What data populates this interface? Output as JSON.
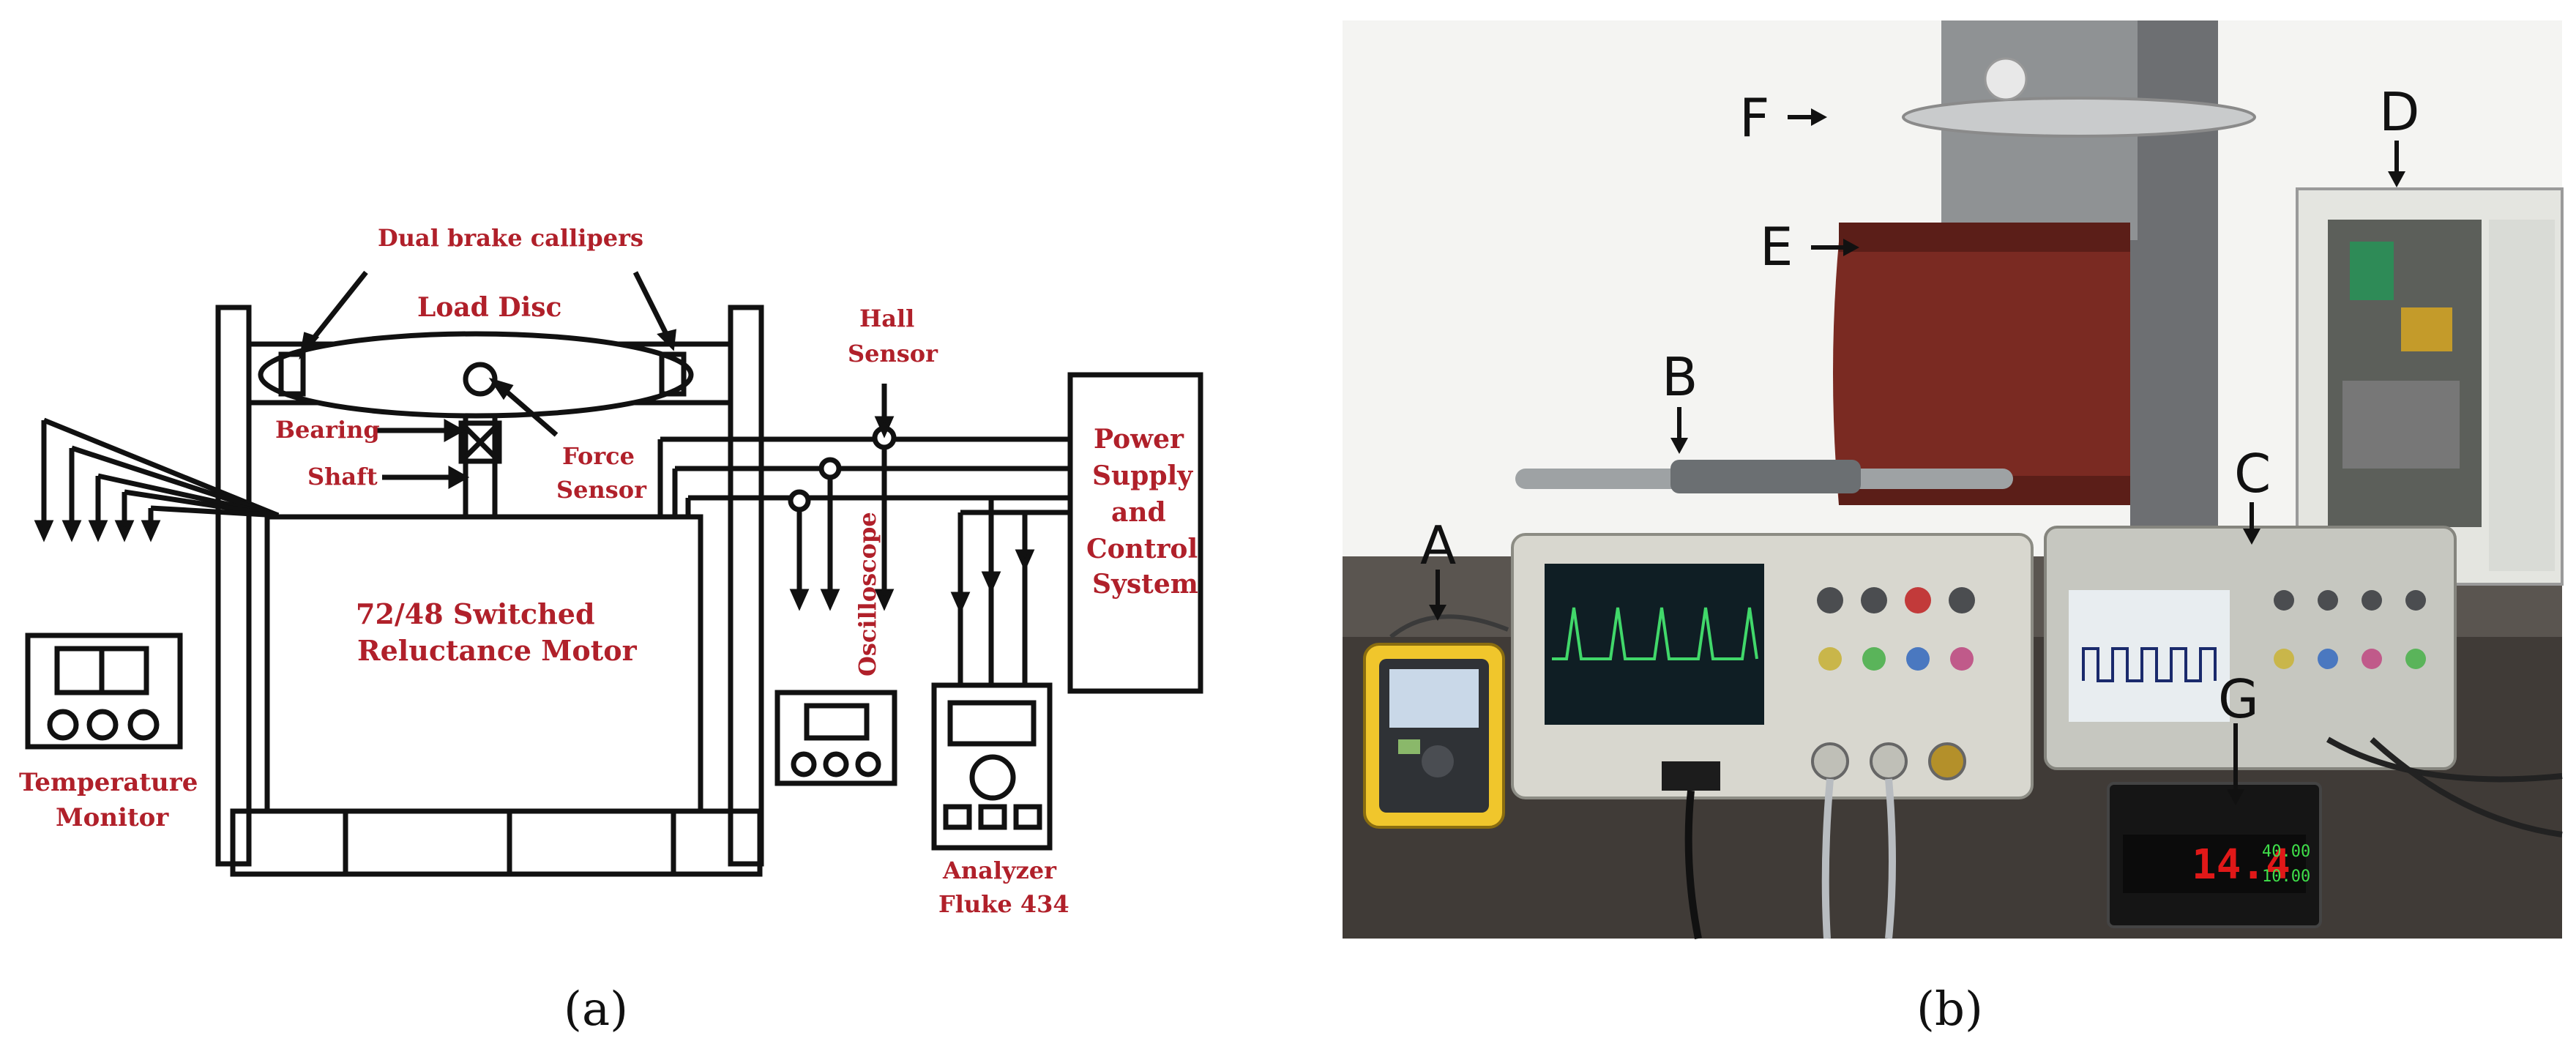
{
  "panel_a": {
    "caption": "(a)",
    "labels": {
      "dual_brake": "Dual brake callipers",
      "load_disc": "Load Disc",
      "bearing": "Bearing",
      "shaft": "Shaft",
      "force_sensor_1": "Force",
      "force_sensor_2": "Sensor",
      "hall_sensor_1": "Hall",
      "hall_sensor_2": "Sensor",
      "motor_1": "72/48 Switched",
      "motor_2": "Reluctance Motor",
      "oscilloscope": "Oscilloscope",
      "power_1": "Power",
      "power_2": "Supply",
      "power_3": "and",
      "power_4": "Control",
      "power_5": "System",
      "temp_1": "Temperature",
      "temp_2": "Monitor",
      "analyzer_1": "Analyzer",
      "analyzer_2": "Fluke 434"
    },
    "colors": {
      "label": "#b0202a",
      "line": "#111111"
    }
  },
  "panel_b": {
    "caption": "(b)",
    "letters": [
      "A",
      "B",
      "C",
      "D",
      "E",
      "F",
      "G"
    ],
    "display_reading": "14.4",
    "display_small_1": "40.00",
    "display_small_2": "10.00",
    "colors": {
      "motor_housing": "#7a2a22",
      "display_digits": "#e01818"
    }
  }
}
